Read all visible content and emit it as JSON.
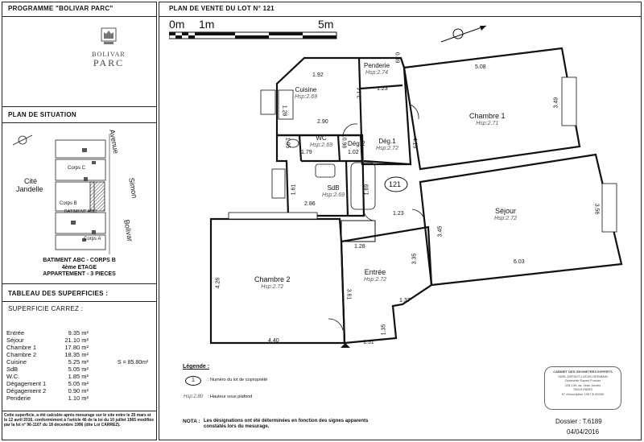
{
  "header": {
    "program": "PROGRAMME \"BOLIVAR PARC\"",
    "plan_title": "PLAN DE VENTE DU LOT N° 121"
  },
  "logo": {
    "brand_line1": "BOLIVAR",
    "brand_line2": "PARC"
  },
  "situation": {
    "title": "PLAN DE SITUATION",
    "streets": [
      "Avenue",
      "Simon",
      "Bolivar"
    ],
    "cite": [
      "Cité",
      "Jandelle"
    ],
    "corps": [
      "Corps C",
      "Corps B",
      "BATIMENT ABC",
      "Corps A"
    ],
    "caption": [
      "BATIMENT ABC - CORPS B",
      "4ème ETAGE",
      "APPARTEMENT - 3 PIECES"
    ]
  },
  "areas": {
    "title": "TABLEAU DES SUPERFICIES :",
    "subtitle": "SUPERFICIE CARREZ :",
    "rows": [
      {
        "name": "Entrée",
        "value": "9.35 m²"
      },
      {
        "name": "Séjour",
        "value": "21.10 m²"
      },
      {
        "name": "Chambre 1",
        "value": "17.80 m²"
      },
      {
        "name": "Chambre 2",
        "value": "18.35 m²"
      },
      {
        "name": "Cuisine",
        "value": "5.25 m²"
      },
      {
        "name": "SdB",
        "value": "5.05 m²"
      },
      {
        "name": "W.C.",
        "value": "1.85 m²"
      },
      {
        "name": "Dégagement 1",
        "value": "5.05 m²"
      },
      {
        "name": "Dégagement 2",
        "value": "0.90 m²"
      },
      {
        "name": "Penderie",
        "value": "1.10 m²"
      }
    ],
    "total": "S = 85.80m²",
    "note": "Cette superficie, a été calculée après mesurage sur le site entre le 25 mars et le 12 avril 2016, conformément à l'article 46 de la loi du 10 juillet 1965 modifiée par la loi n° 96-1107 du 18 décembre 1996 (dite Loi CARREZ)."
  },
  "scale": {
    "labels": [
      "0m",
      "1m",
      "5m"
    ]
  },
  "rooms": [
    {
      "name": "Cuisine",
      "hsp": "Hsp:2.69"
    },
    {
      "name": "Penderie",
      "hsp": "Hsp:2.74"
    },
    {
      "name": "Chambre 1",
      "hsp": "Hsp:2.71"
    },
    {
      "name": "WC",
      "hsp": "Hsp:2.69"
    },
    {
      "name": "Dég.2",
      "hsp": ""
    },
    {
      "name": "Dég.1",
      "hsp": "Hsp:2.72"
    },
    {
      "name": "SdB",
      "hsp": "Hsp:2.69"
    },
    {
      "name": "Séjour",
      "hsp": "Hsp:2.72"
    },
    {
      "name": "Chambre 2",
      "hsp": "Hsp:2.72"
    },
    {
      "name": "Entrée",
      "hsp": "Hsp:2.72"
    }
  ],
  "dims": [
    "1.92",
    "2.14",
    "2.90",
    "1.23",
    "5.08",
    "3.49",
    "0.89",
    "1.28",
    "1.05",
    "1.79",
    "0.96",
    "1.02",
    "4.15",
    "1.61",
    "1.69",
    "2.86",
    "1.23",
    "3.45",
    "3.56",
    "6.03",
    "1.28",
    "3.35",
    "4.26",
    "3.61",
    "1.37",
    "4.40",
    "1.35",
    "1.51"
  ],
  "lot_badge": "121",
  "legend": {
    "title": "Légende :",
    "lot_symbol": "1",
    "lot_text": ": Numéro du lot de copropriété",
    "hsp_symbol": "Hsp:2.80",
    "hsp_text": ": Hauteur sous plafond"
  },
  "nota": {
    "label": "NOTA :",
    "text": "Les désignations ont été déterminées en fonction des signes apparents constatés lors du mesurage."
  },
  "stamp": {
    "lines": [
      "CABINET DES GEOMETRES EXPERTS",
      "SARL DEFAUT-LUCAS-GERMAIN",
      "Géomètre Expert Foncier",
      "118-130, av. Jean Jaurès",
      "75019 PARIS",
      "N° d'inscription 1997 B 00000"
    ]
  },
  "dossier": {
    "label": "Dossier : T.6189",
    "date": "04/04/2016"
  }
}
